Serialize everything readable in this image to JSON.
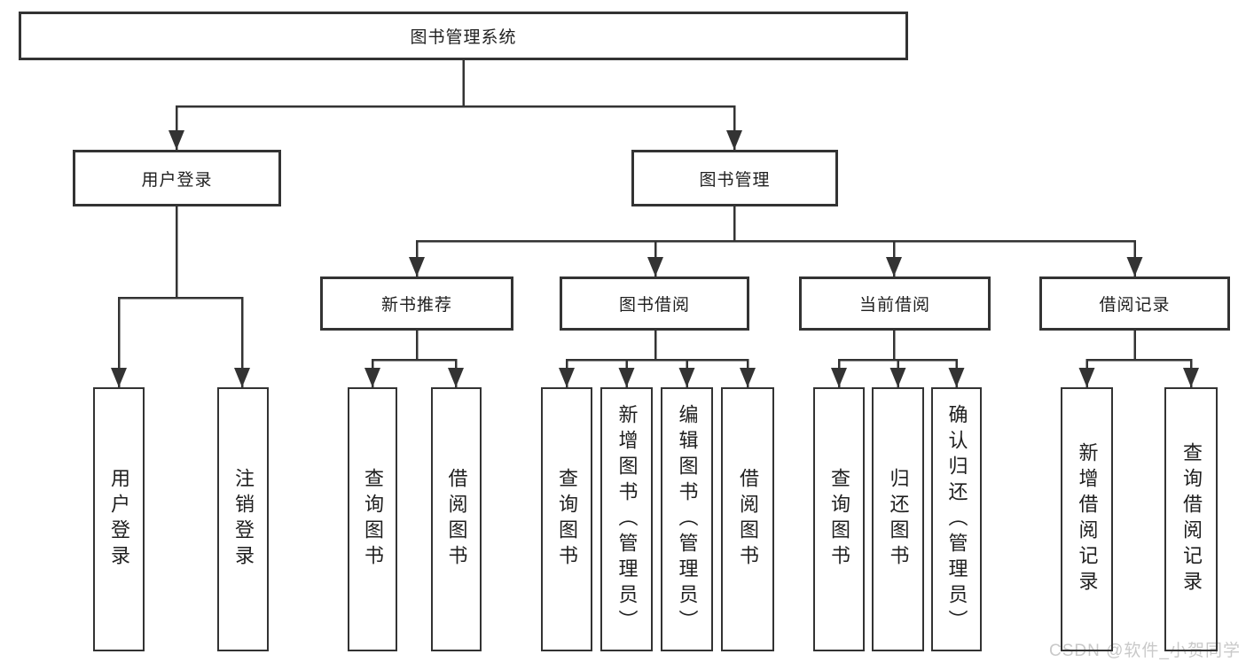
{
  "diagram": {
    "root": {
      "label": "图书管理系统"
    },
    "level2": {
      "user_login": {
        "label": "用户登录"
      },
      "book_mgmt": {
        "label": "图书管理"
      }
    },
    "level3": {
      "new_books": {
        "label": "新书推荐"
      },
      "book_borrow": {
        "label": "图书借阅"
      },
      "current_borrow": {
        "label": "当前借阅"
      },
      "borrow_records": {
        "label": "借阅记录"
      }
    },
    "leaves": {
      "user_login": {
        "label": "用户登录"
      },
      "logout": {
        "label": "注销登录"
      },
      "nb_query_books": {
        "label": "查询图书"
      },
      "nb_borrow_books": {
        "label": "借阅图书"
      },
      "bb_query_books": {
        "label": "查询图书"
      },
      "bb_add_books": {
        "label": "新增图书（管理员）"
      },
      "bb_edit_books": {
        "label": "编辑图书（管理员）"
      },
      "bb_borrow_books": {
        "label": "借阅图书"
      },
      "cb_query_books": {
        "label": "查询图书"
      },
      "cb_return_books": {
        "label": "归还图书"
      },
      "cb_confirm_return": {
        "label": "确认归还（管理员）"
      },
      "br_add_record": {
        "label": "新增借阅记录"
      },
      "br_query_record": {
        "label": "查询借阅记录"
      }
    }
  },
  "watermark": {
    "text": "CSDN @软件_小贺同学"
  },
  "colors": {
    "line": "#333333",
    "text": "#1f1f1f",
    "watermark": "#c9c9c9",
    "background": "#ffffff"
  }
}
